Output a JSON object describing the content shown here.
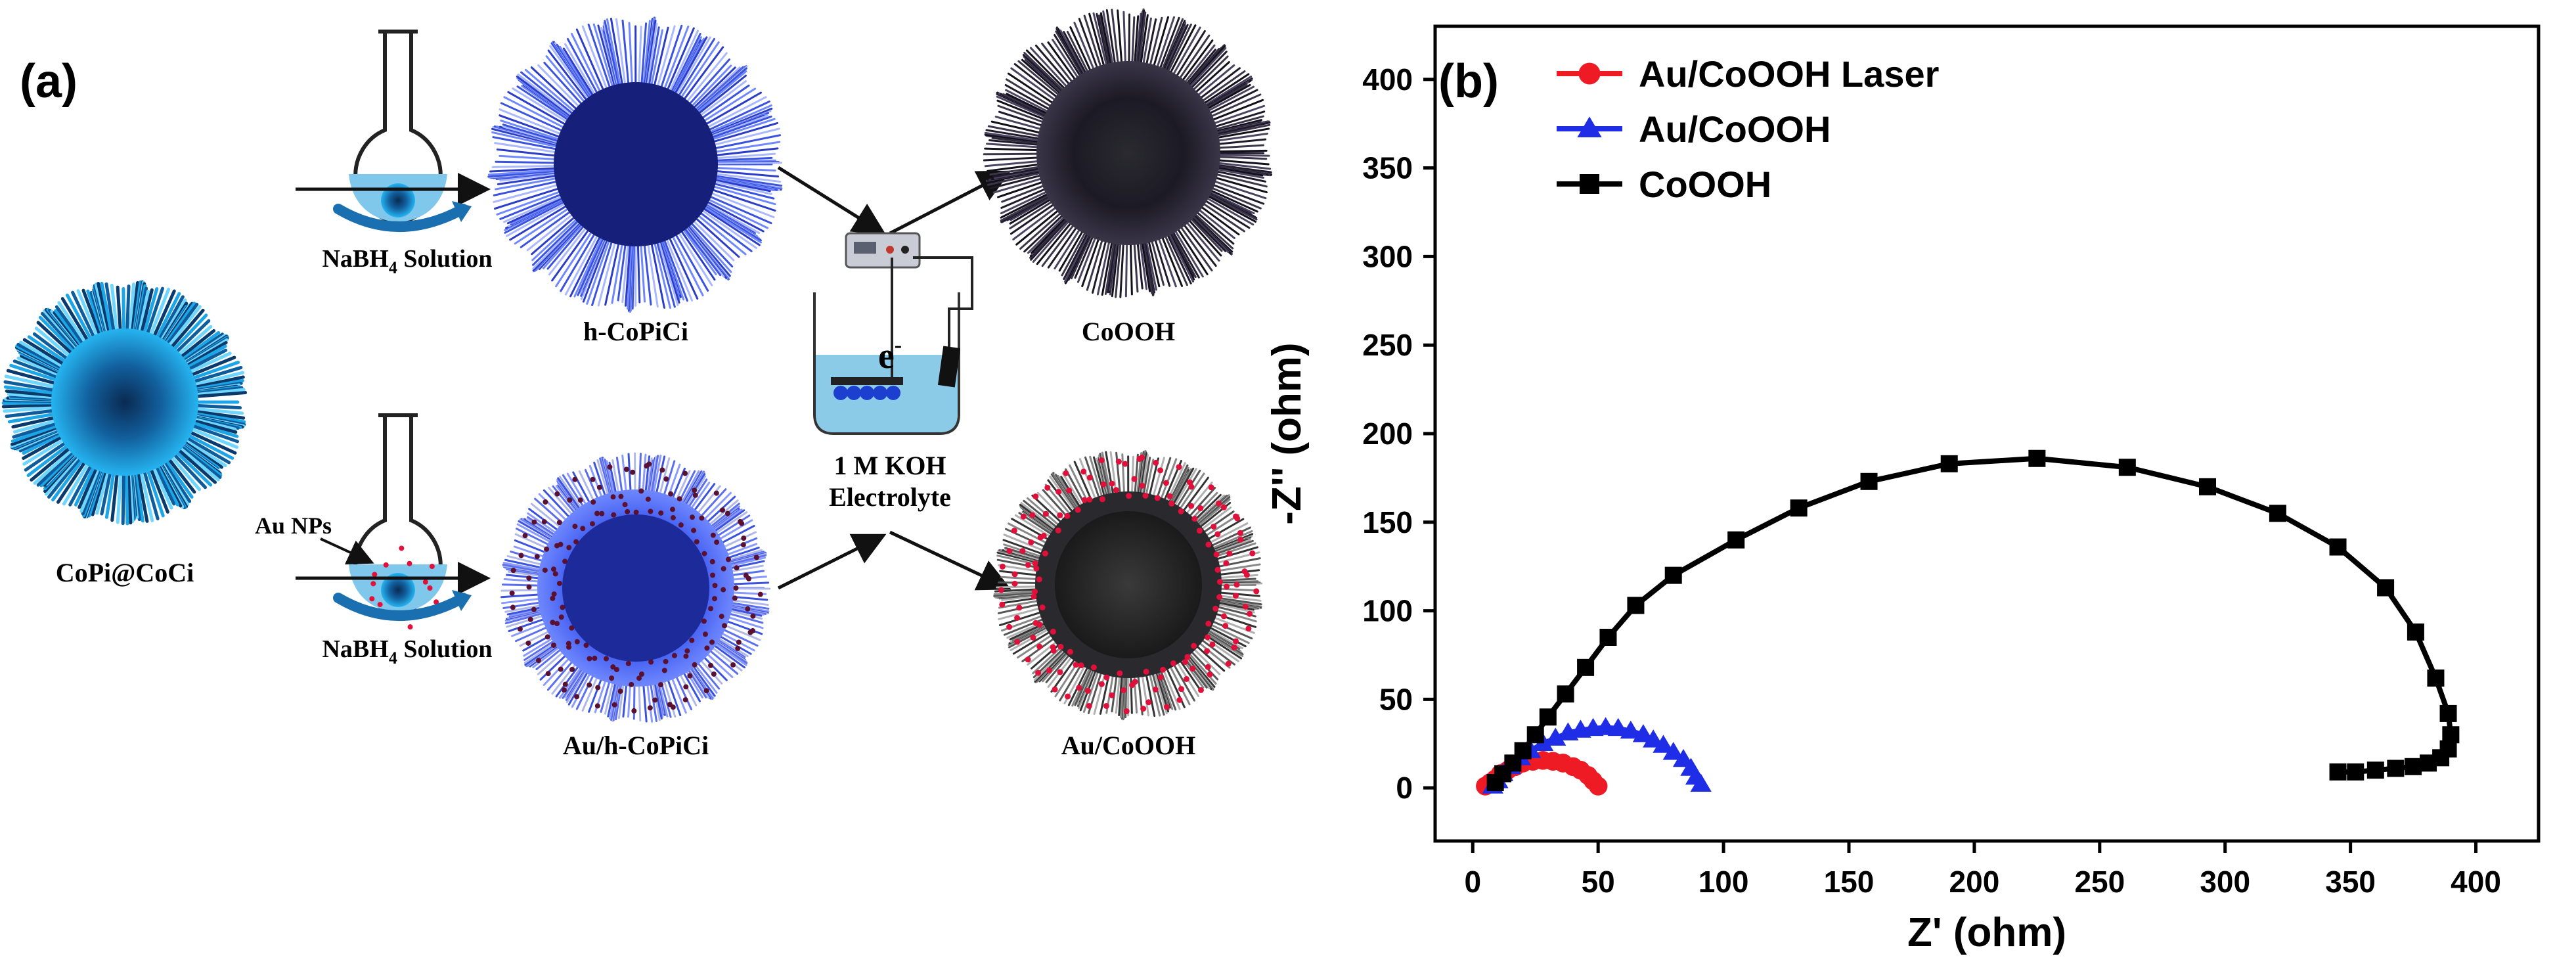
{
  "panel_a": {
    "label": "(a)",
    "labels": {
      "precursor": "CoPi@CoCi",
      "solution_top": "NaBH",
      "solution_bottom": "NaBH",
      "solution_sub": "4",
      "solution_word": " Solution",
      "au_nps": "Au NPs",
      "h_copici": "h-CoPiCi",
      "au_h_copici": "Au/h-CoPiCi",
      "electron": "e",
      "electron_sup": "-",
      "electrolyte_1": "1 M KOH",
      "electrolyte_2": "Electrolyte",
      "cooh": "CoOOH",
      "au_cooh": "Au/CoOOH"
    },
    "colors": {
      "blue_sphere": "#3a52e0",
      "dark_core": "#16207a",
      "cyan": "#1ca6e8",
      "dark_sphere": "#1e1a2a",
      "red_np": "#e0103a",
      "liquid": "#7fc8ec"
    }
  },
  "panel_b": {
    "label": "(b)"
  },
  "chart_data": {
    "type": "line",
    "xlabel": "Z' (ohm)",
    "ylabel": "-Z'' (ohm)",
    "xlim": [
      -15,
      425
    ],
    "ylim": [
      -30,
      430
    ],
    "xticks": [
      0,
      50,
      100,
      150,
      200,
      250,
      300,
      350,
      400
    ],
    "yticks": [
      0,
      50,
      100,
      150,
      200,
      250,
      300,
      350,
      400
    ],
    "grid": false,
    "legend": "top-left",
    "series": [
      {
        "name": "Au/CoOOH Laser",
        "color": "#ee1b24",
        "marker": "circle",
        "x": [
          5,
          7,
          9,
          11,
          14,
          17,
          20,
          24,
          28,
          32,
          36,
          40,
          43,
          46,
          48,
          50
        ],
        "y": [
          1,
          3,
          5,
          8,
          10,
          12,
          14,
          15,
          15.5,
          15,
          14,
          12,
          10,
          7,
          4,
          1
        ]
      },
      {
        "name": "Au/CoOOH",
        "color": "#1f2ee6",
        "marker": "triangle",
        "x": [
          8,
          10,
          12,
          15,
          19,
          23,
          28,
          33,
          38,
          43,
          48,
          53,
          58,
          63,
          68,
          72,
          76,
          80,
          84,
          87,
          89,
          91
        ],
        "y": [
          1,
          4,
          8,
          12,
          17,
          21,
          25,
          28,
          31,
          32.5,
          33.5,
          34,
          33.5,
          32,
          30,
          27,
          24,
          20,
          16,
          11,
          6,
          2
        ]
      },
      {
        "name": "CoOOH",
        "color": "#000000",
        "marker": "square",
        "x": [
          9,
          12,
          16,
          20,
          25,
          30,
          37,
          45,
          54,
          65,
          80,
          105,
          130,
          158,
          190,
          225,
          261,
          293,
          321,
          345,
          364,
          376,
          384,
          389,
          390,
          389,
          386,
          381,
          375,
          368,
          360,
          352,
          345
        ],
        "y": [
          3,
          8,
          14,
          21,
          30,
          40,
          53,
          68,
          85,
          103,
          120,
          140,
          158,
          173,
          183,
          186,
          181,
          170,
          155,
          136,
          113,
          88,
          62,
          42,
          30,
          22,
          17,
          14,
          12,
          11,
          10,
          9,
          9
        ]
      }
    ]
  }
}
